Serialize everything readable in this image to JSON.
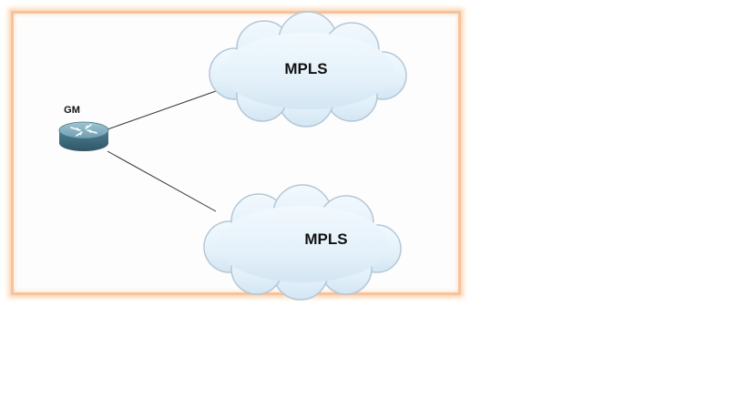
{
  "diagram": {
    "router": {
      "label": "GM",
      "icon": "router-icon"
    },
    "clouds": [
      {
        "label": "MPLS",
        "icon": "cloud-icon"
      },
      {
        "label": "MPLS",
        "icon": "cloud-icon"
      }
    ]
  },
  "colors": {
    "frame_border": "#f8c29a",
    "cloud_fill": "#e4f1fa",
    "cloud_stroke": "#b4c7d6",
    "link": "#333333",
    "router_body": "#4d7f92"
  }
}
